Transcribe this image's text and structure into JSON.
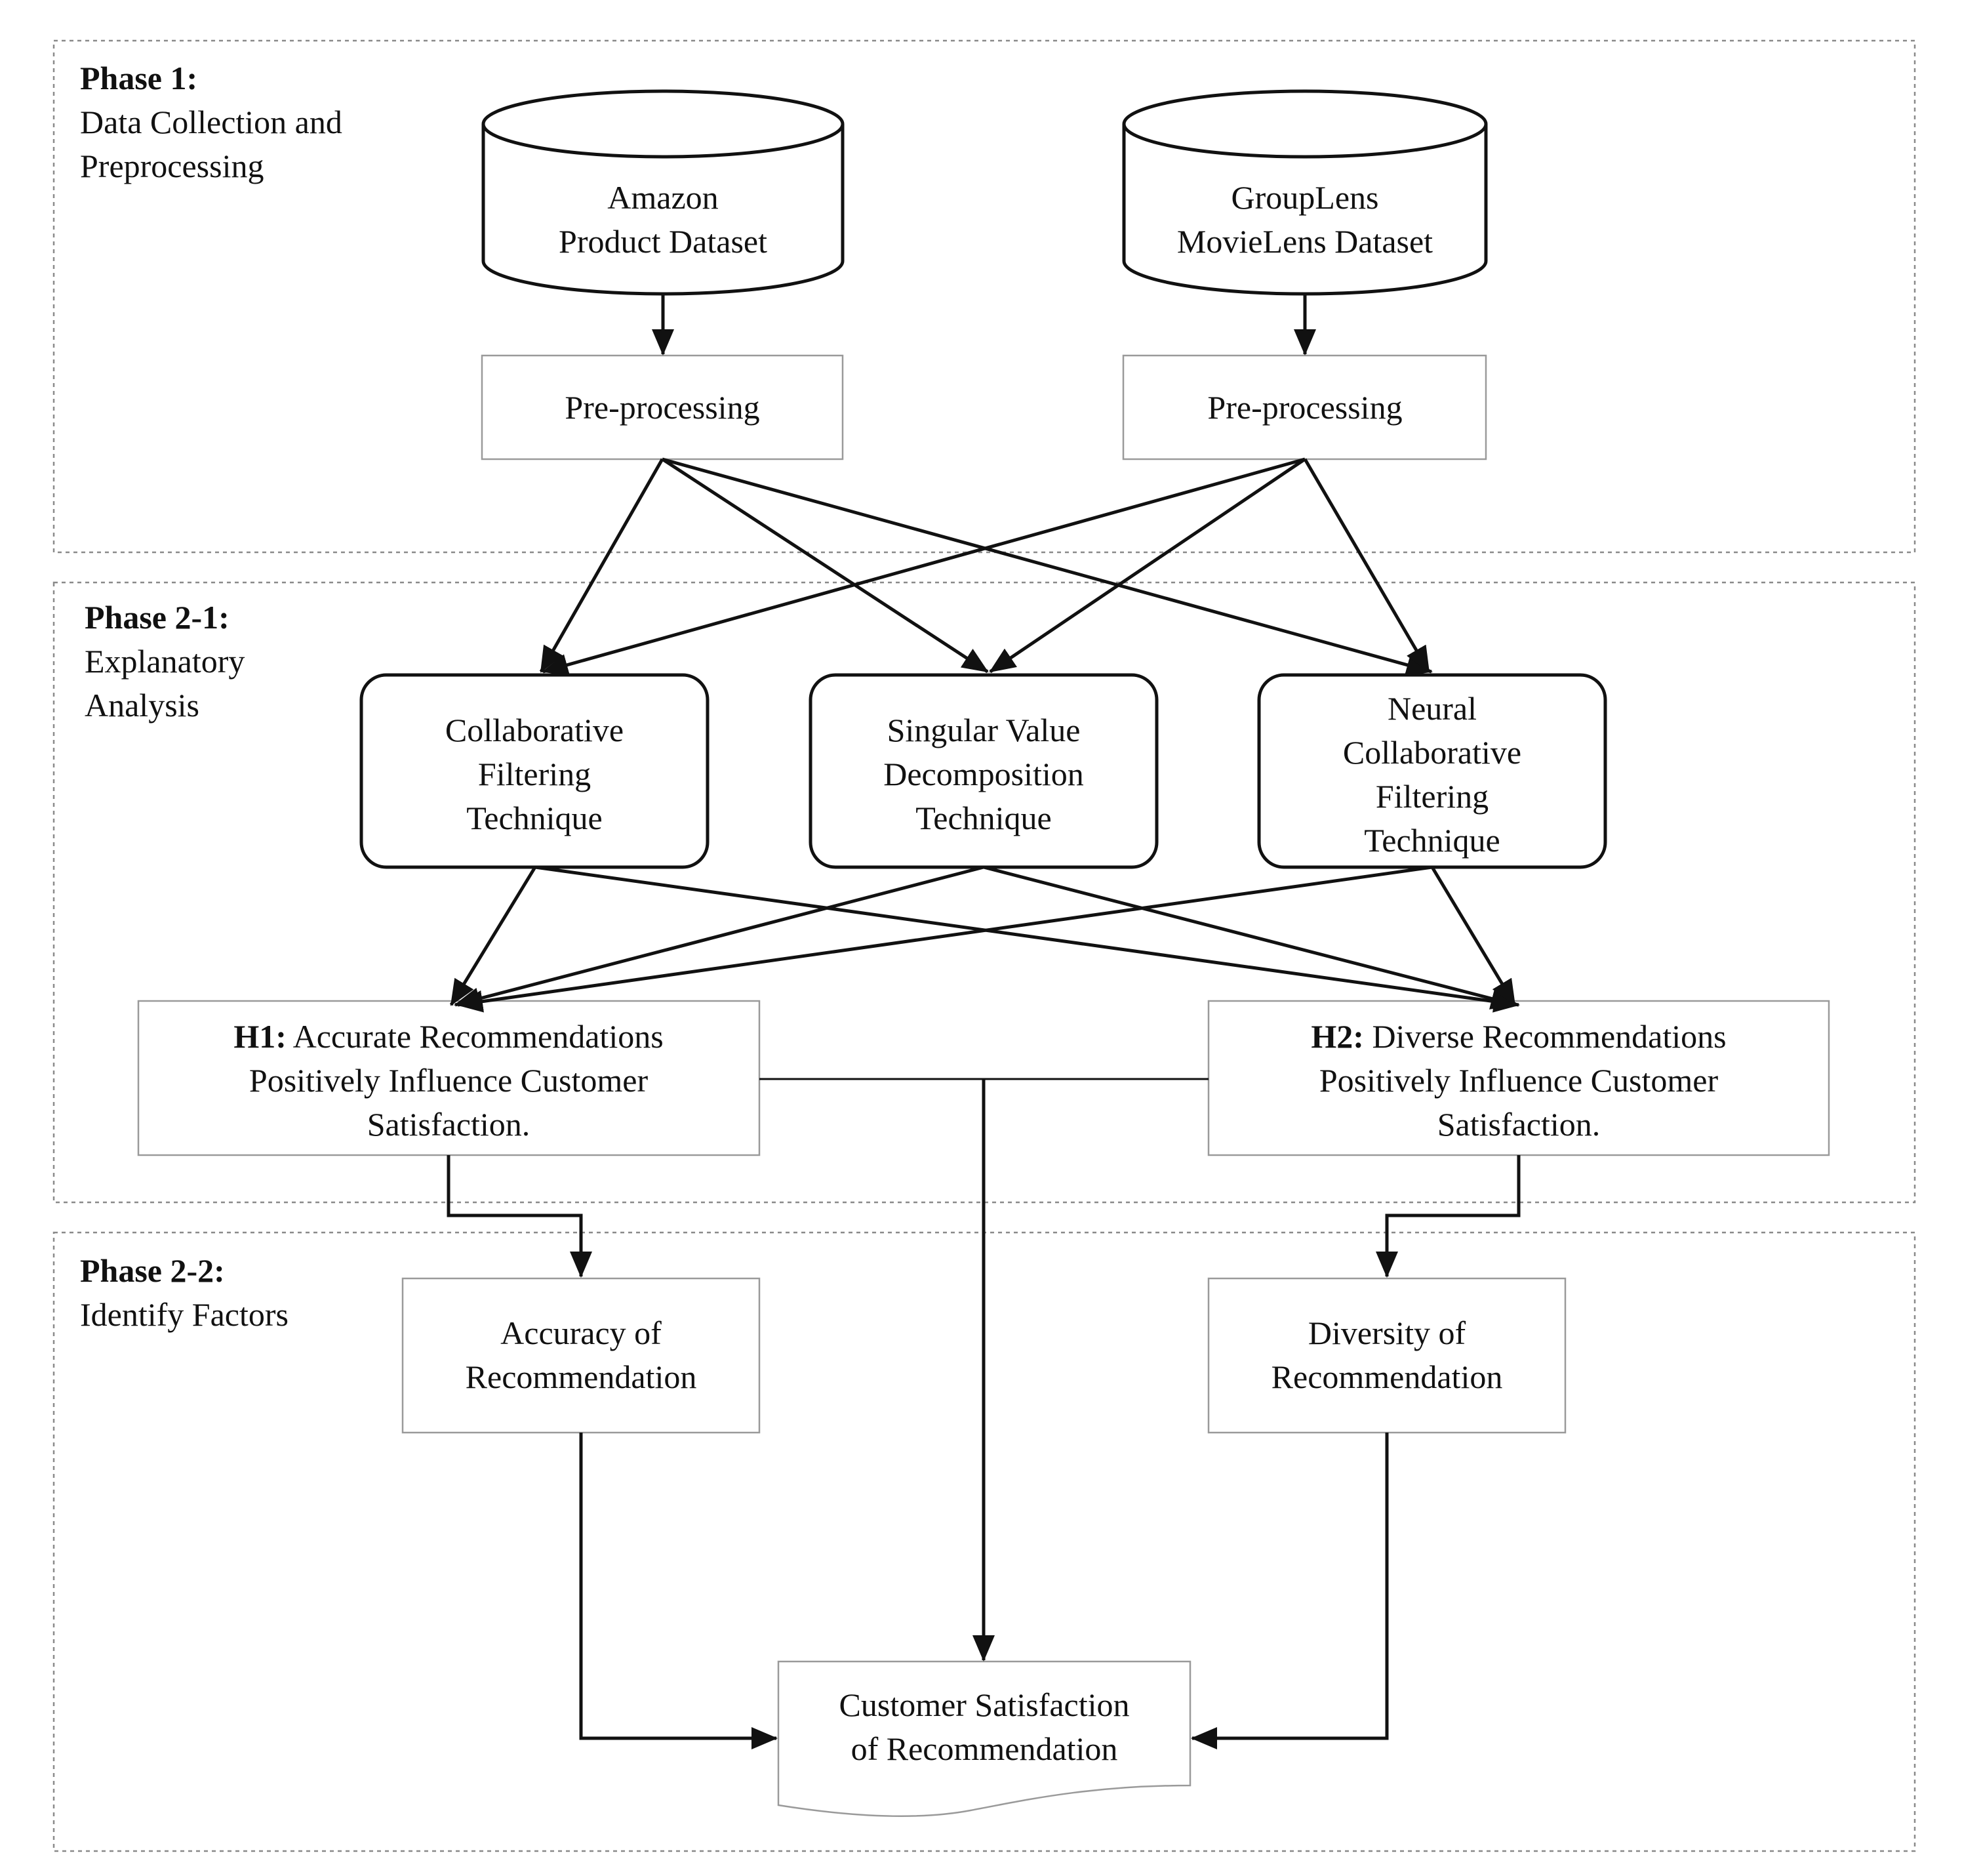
{
  "phases": {
    "phase1": {
      "title": "Phase 1:",
      "line1": "Data Collection and",
      "line2": "Preprocessing"
    },
    "phase21": {
      "title": "Phase 2-1:",
      "line1": "Explanatory",
      "line2": "Analysis"
    },
    "phase22": {
      "title": "Phase 2-2:",
      "line1": "Identify Factors"
    }
  },
  "datasets": {
    "amazon": {
      "line1": "Amazon",
      "line2": "Product Dataset"
    },
    "grouplens": {
      "line1": "GroupLens",
      "line2": "MovieLens Dataset"
    }
  },
  "preprocessing": {
    "left": "Pre-processing",
    "right": "Pre-processing"
  },
  "techniques": {
    "cf": {
      "line1": "Collaborative",
      "line2": "Filtering",
      "line3": "Technique"
    },
    "svd": {
      "line1": "Singular Value",
      "line2": "Decomposition",
      "line3": "Technique"
    },
    "ncf": {
      "line1": "Neural",
      "line2": "Collaborative",
      "line3": "Filtering",
      "line4": "Technique"
    }
  },
  "hypotheses": {
    "h1": {
      "tag": "H1:",
      "line1": " Accurate Recommendations",
      "line2": "Positively Influence Customer",
      "line3": "Satisfaction."
    },
    "h2": {
      "tag": "H2:",
      "line1": " Diverse Recommendations",
      "line2": "Positively Influence Customer",
      "line3": "Satisfaction."
    }
  },
  "factors": {
    "accuracy": {
      "line1": "Accuracy of",
      "line2": "Recommendation"
    },
    "diversity": {
      "line1": "Diversity of",
      "line2": "Recommendation"
    }
  },
  "outcome": {
    "line1": "Customer Satisfaction",
    "line2": "of Recommendation"
  },
  "colors": {
    "stroke": "#111111",
    "box_border": "#9a9a9a",
    "phase_border": "#8a8a8a"
  }
}
